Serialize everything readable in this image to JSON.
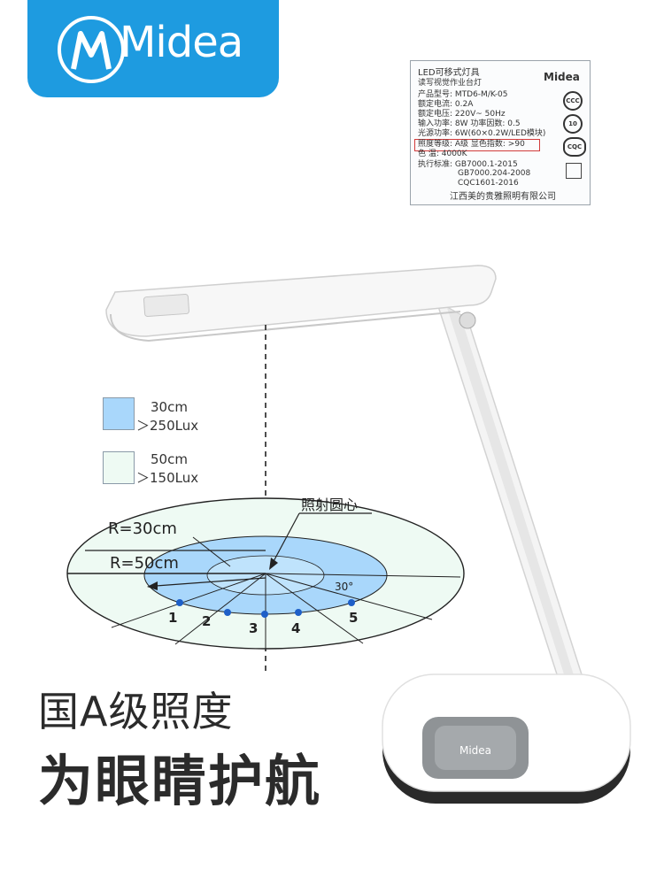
{
  "brand": {
    "name": "Midea"
  },
  "label": {
    "rows": [
      "LED可移式灯具",
      "读写视觉作业台灯",
      "产品型号: MTD6-M/K-05",
      "额定电流: 0.2A",
      "额定电压: 220V~  50Hz",
      "输入功率: 8W   功率因数: 0.5",
      "光源功率: 6W(60×0.2W/LED模块)",
      "照度等级: A级   显色指数: >90",
      "色      温: 4000K",
      "执行标准: GB7000.1-2015",
      "GB7000.204-2008",
      "CQC1601-2016"
    ],
    "logo": "Midea",
    "cert_cc": "CCC",
    "cert_10": "10",
    "cert_cqc": "CQC",
    "maker": "江西美的贵雅照明有限公司"
  },
  "legend": {
    "near_distance": "30cm",
    "near_lux": "＞250Lux",
    "far_distance": "50cm",
    "far_lux": "＞150Lux"
  },
  "diagram": {
    "center_label": "照射圆心",
    "r30": "R=30cm",
    "r50": "R=50cm",
    "angle": "30°",
    "points": [
      "1",
      "2",
      "3",
      "4",
      "5"
    ]
  },
  "headline": {
    "line1": "国A级照度",
    "line2": "为眼睛护航"
  },
  "colors": {
    "brand_blue": "#1e9be0",
    "near_zone": "#a9d7fb",
    "far_zone": "#eefaf3",
    "highlight": "#d23b3b"
  }
}
